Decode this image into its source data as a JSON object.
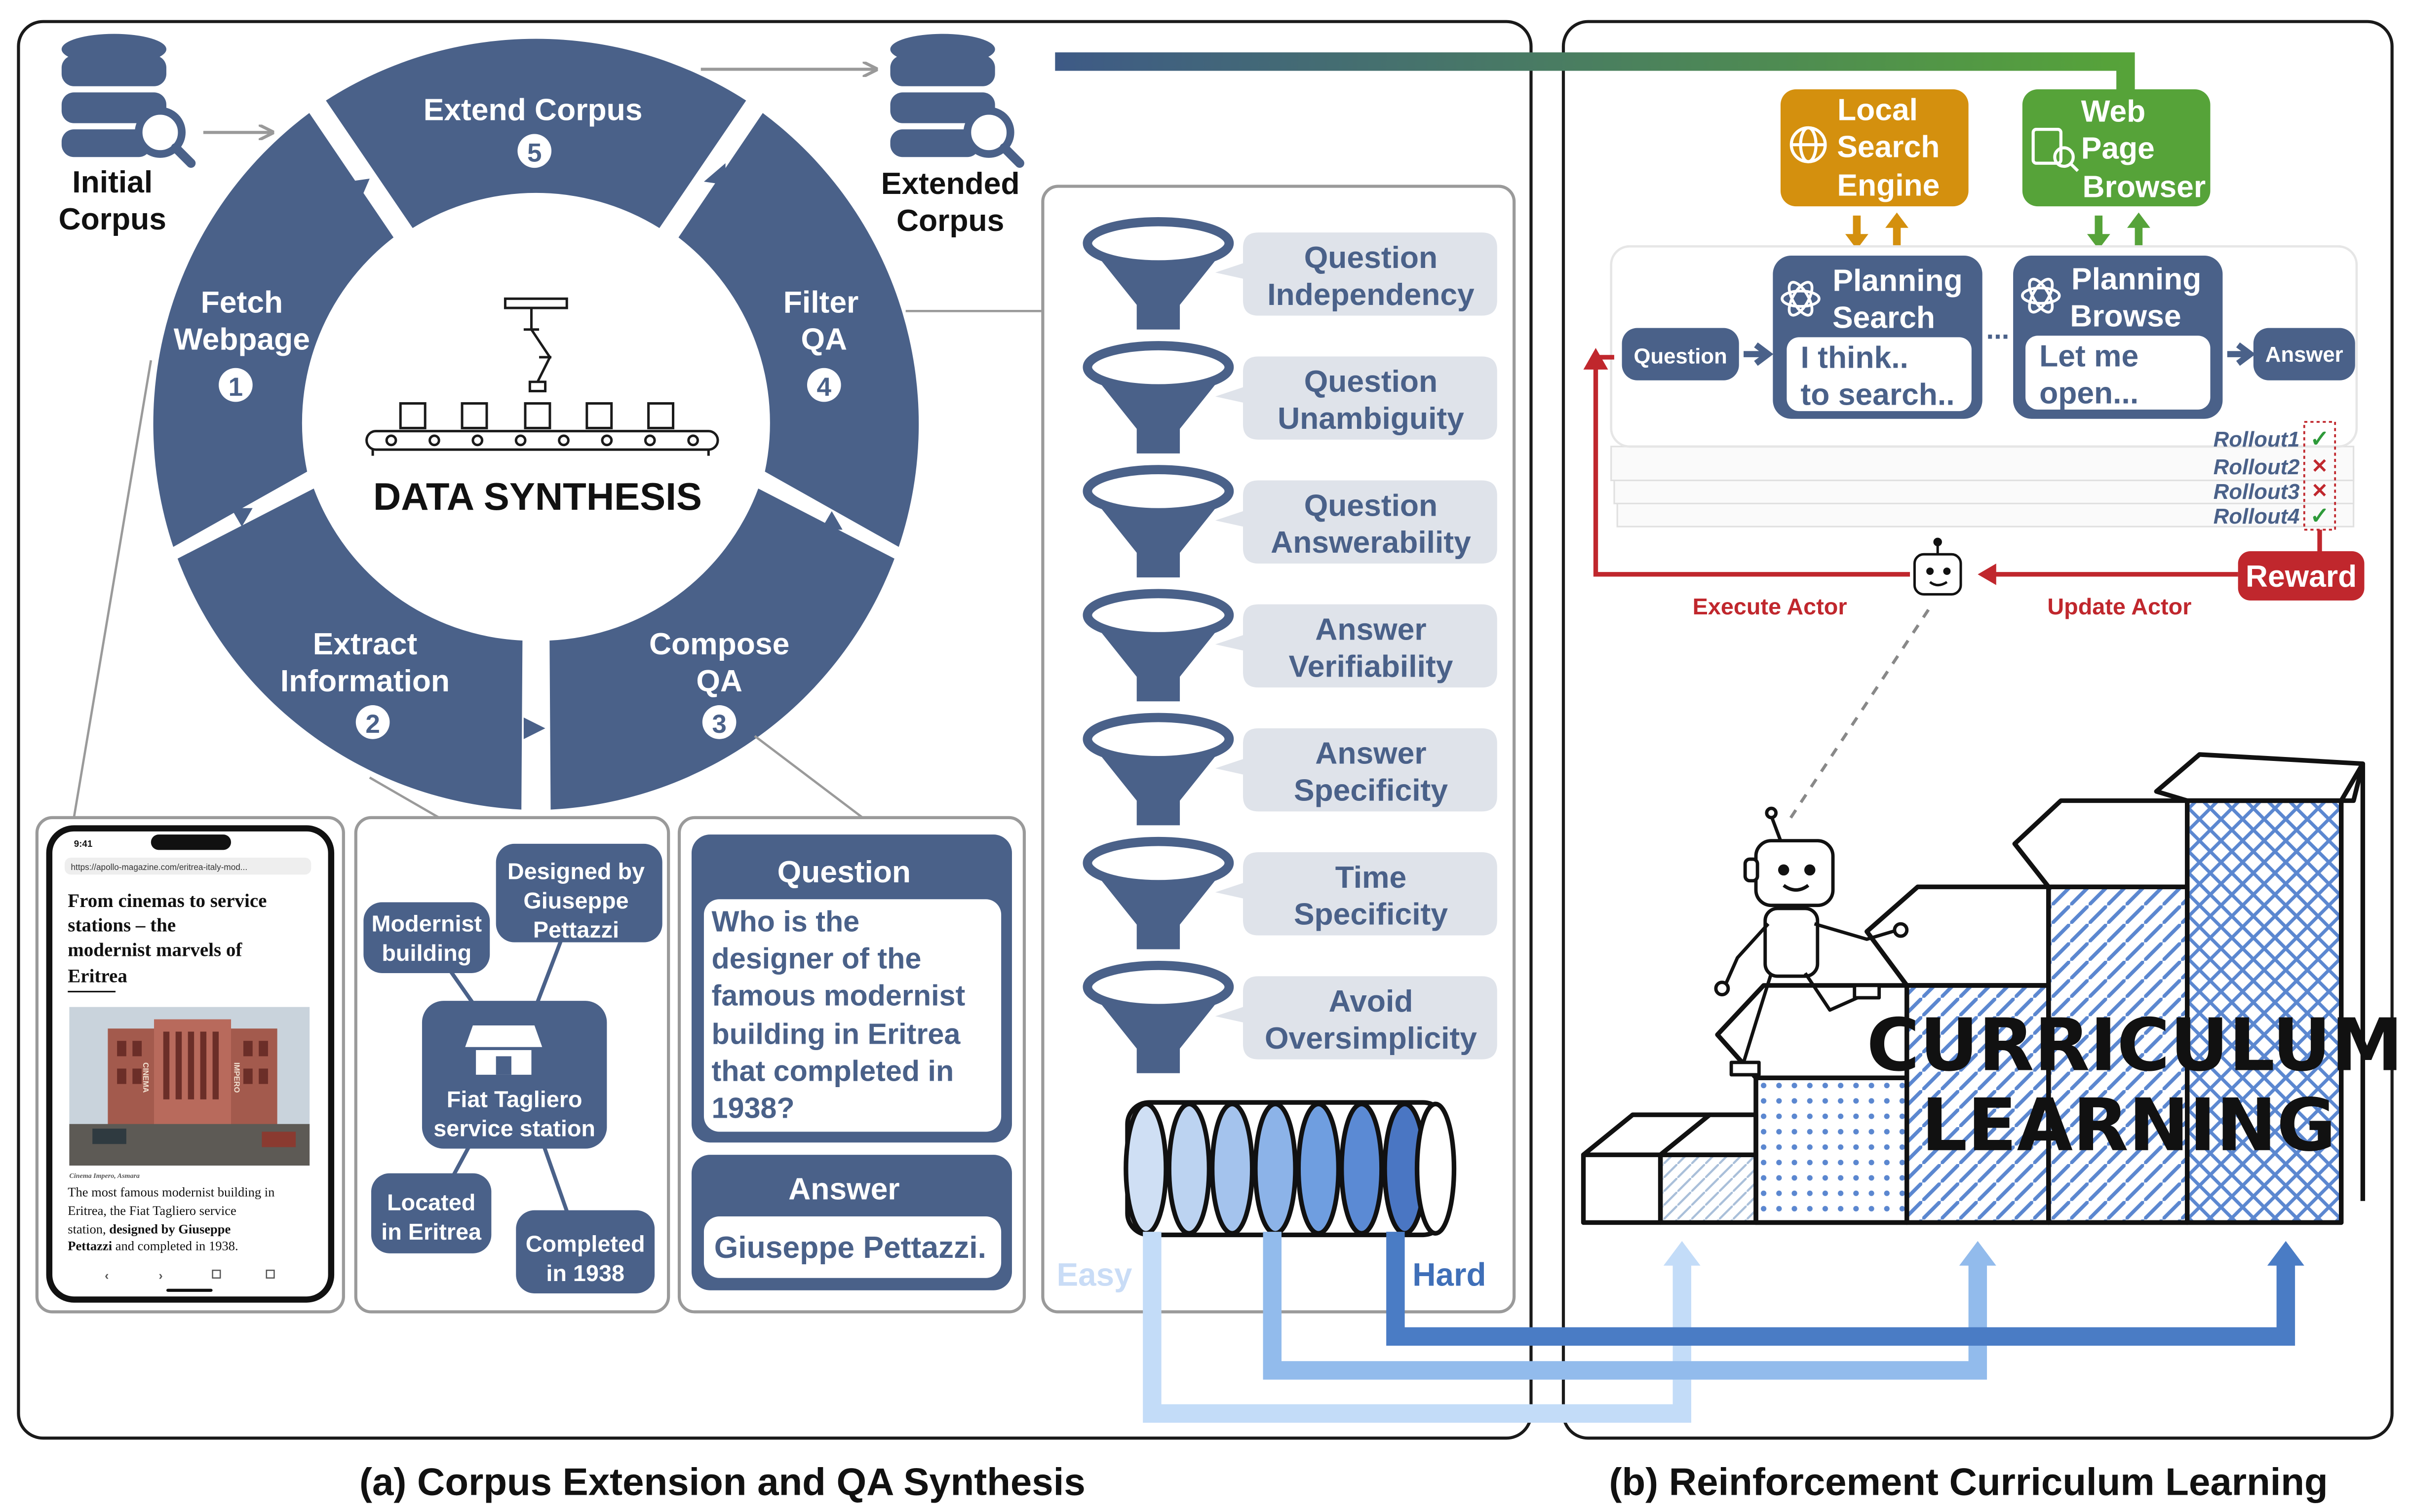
{
  "captions": {
    "left": "(a) Corpus Extension and QA Synthesis",
    "right": "(b) Reinforcement Curriculum Learning"
  },
  "corpus": {
    "initial_line1": "Initial",
    "initial_line2": "Corpus",
    "extended_line1": "Extended",
    "extended_line2": "Corpus"
  },
  "cycle": {
    "center_title": "DATA SYNTHESIS",
    "steps": [
      {
        "label1": "Fetch",
        "label2": "Webpage",
        "num": "1"
      },
      {
        "label1": "Extract",
        "label2": "Information",
        "num": "2"
      },
      {
        "label1": "Compose",
        "label2": "QA",
        "num": "3"
      },
      {
        "label1": "Filter",
        "label2": "QA",
        "num": "4"
      },
      {
        "label1": "Extend Corpus",
        "label2": "",
        "num": "5"
      }
    ]
  },
  "phone": {
    "time": "9:41",
    "url": "https://apollo-magazine.com/eritrea-italy-mod...",
    "headline": [
      "From cinemas to service",
      "stations – the",
      "modernist marvels of",
      "Eritrea"
    ],
    "caption": "Cinema Impero, Asmara",
    "body_line1": "The most famous modernist building in",
    "body_line2": "Eritrea, the Fiat Tagliero service",
    "body_line3a": "station, ",
    "body_line3b": "designed by Giuseppe",
    "body_line4a": "Pettazzi",
    "body_line4b": " and completed in 1938.",
    "building_sign_left": "CINEMA",
    "building_sign_right": "IMPERO"
  },
  "graph": {
    "center": [
      "Fiat Tagliero",
      "service station"
    ],
    "nodes": [
      [
        "Designed by",
        "Giuseppe",
        "Pettazzi"
      ],
      [
        "Modernist",
        "building"
      ],
      [
        "Located",
        "in Eritrea"
      ],
      [
        "Completed",
        "in 1938"
      ]
    ]
  },
  "qa": {
    "question_header": "Question",
    "question_lines": [
      "Who is the",
      "designer of the",
      "famous modernist",
      "building in Eritrea",
      "that completed in",
      "1938?"
    ],
    "answer_header": "Answer",
    "answer_text": "Giuseppe Pettazzi."
  },
  "filters": [
    [
      "Question",
      "Independency"
    ],
    [
      "Question",
      "Unambiguity"
    ],
    [
      "Question",
      "Answerability"
    ],
    [
      "Answer",
      "Verifiability"
    ],
    [
      "Answer",
      "Specificity"
    ],
    [
      "Time",
      "Specificity"
    ],
    [
      "Avoid",
      "Oversimplicity"
    ]
  ],
  "difficulty": {
    "easy": "Easy",
    "hard": "Hard"
  },
  "rl": {
    "local_search": [
      "Local",
      "Search",
      "Engine"
    ],
    "web_browser": [
      "Web",
      "Page",
      "Browser"
    ],
    "question": "Question",
    "answer": "Answer",
    "planning_search": [
      "Planning",
      "Search"
    ],
    "think_search": [
      "I think..",
      "to search.."
    ],
    "ellipsis": "...",
    "planning_browse": [
      "Planning",
      "Browse"
    ],
    "let_me_open": [
      "Let me",
      "open..."
    ],
    "rollouts": [
      "Rollout1",
      "Rollout2",
      "Rollout3",
      "Rollout4"
    ],
    "rollout_results": [
      "✓",
      "✕",
      "✕",
      "✓"
    ],
    "reward": "Reward",
    "execute_actor": "Execute Actor",
    "update_actor": "Update Actor",
    "curriculum": [
      "CURRICULUM",
      "LEARNING"
    ]
  },
  "colors": {
    "navy": "#4a6189",
    "light_gray": "#dfe3ea",
    "orange": "#d4900e",
    "green": "#56a339",
    "red": "#c0272d",
    "easy_blue": "#b7d3f4",
    "mid_blue": "#8cb6ea",
    "hard_blue": "#4a7cc5"
  }
}
